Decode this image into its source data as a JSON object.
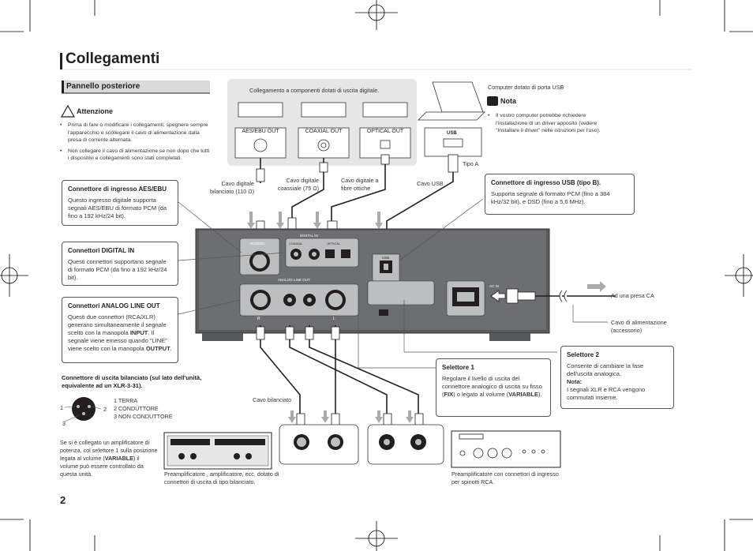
{
  "page": {
    "title": "Collegamenti",
    "page_number": "2"
  },
  "section": {
    "title": "Pannello posteriore"
  },
  "caution": {
    "title": "Attenzione",
    "bullets": [
      "Prima di fare o modificare i collegamenti, spegnere sempre l'apparecchio e scollegare il cavo di alimentazione dalla presa di corrente alternata.",
      "Non collegare il cavo di alimentazione se non dopo che tutti i dispositivi e collegamenti sono stati completati."
    ]
  },
  "digital_sources": {
    "caption": "Collegamento a componenti dotati di uscita digitale.",
    "outputs": [
      "AES/EBU OUT",
      "COAXIAL OUT",
      "OPTICAL OUT"
    ]
  },
  "computer": {
    "caption": "Computer dotato di porta USB",
    "port_label": "USB",
    "cable_type": "Tipo A"
  },
  "note": {
    "title": "Nota",
    "bullets": [
      "Il vostro computer potrebbe richiedere l'installazione di un driver apposito (vedere \"Installare il driver\" nelle istruzioni per l'uso)."
    ]
  },
  "cables": {
    "balanced_label": "Cavo digitale bilanciato (110 Ω)",
    "coaxial_label": "Cavo digitale coassiale (75 Ω)",
    "optical_label": "Cavo digitale a fibre ottiche",
    "usb_label": "Cavo USB",
    "balanced_analog": "Cavo bilanciato",
    "power_outlet": "Ad una presa CA",
    "power_cable": "Cavo di alimentazione (accessorio)"
  },
  "callouts": {
    "aes": {
      "title": "Connettore di ingresso AES/EBU",
      "text": "Questo ingresso digitale supporta segnali AES/EBU di formato PCM (da fino a 192 kHz/24 bit)."
    },
    "digital_in": {
      "title": "Connettori DIGITAL IN",
      "text": "Questi connettori supportano segnale di formato PCM (da fino a 192 kHz/24 bit)."
    },
    "analog_out": {
      "title": "Connettori ANALOG LINE OUT",
      "text_1": "Questi due connettori (RCA/XLR) generano simultaneamente il segnale scelto con la manopola ",
      "text_bold_1": "INPUT",
      "text_2": ". Il segnale viene emesso quando \"LINE\" viene scelto con la manopola ",
      "text_bold_2": "OUTPUT",
      "text_3": "."
    },
    "usb": {
      "title": "Connettore di ingresso USB (tipo B).",
      "text": "Supporta segnale di formato PCM (fino a 384 kHz/32 bit), e DSD (fino a 5,6 MHz)."
    },
    "selector2": {
      "title": "Selettore 2",
      "text": "Consente di cambiare la fase dell'uscita analogica.",
      "note_title": "Nota:",
      "note_text": "I segnali XLR e RCA vengono commutati insieme."
    },
    "selector1": {
      "title": "Selettore 1",
      "text_1": "Regolare il livello di uscita del connettore analogico di uscita su fisso (",
      "bold_1": "FIX",
      "text_2": ") o legato al volume (",
      "bold_2": "VARIABLE",
      "text_3": ")."
    }
  },
  "xlr_info": {
    "title": "Connettore di uscita bilanciato (sul lato dell'unità, equivalente ad un XLR-3-31).",
    "pins": [
      "1 TERRA",
      "2 CONDUTTORE",
      "3 NON CONDUTTORE"
    ],
    "pin_numbers": [
      "1",
      "2",
      "3"
    ]
  },
  "amp_note": {
    "text_1": "Se si è collegato un amplificatore di potenza, col selettore 1 sulla posizione legata al volume (",
    "bold": "VARIABLE",
    "text_2": ") il volume può essere controllato da questa unità."
  },
  "bottom_captions": {
    "preamp_xlr": "Preamplificatore , amplificatore, ecc. dotato di connettori di uscita di tipo bilanciato.",
    "preamp_rca": "Preamplificatore con connettori di ingresso per spinotti RCA."
  },
  "panel_labels": {
    "aes": "AES/EBU",
    "digital_in": "DIGITAL IN",
    "coaxial": "COAXIAL",
    "optical": "OPTICAL",
    "usb": "USB",
    "analog_out": "ANALOG LINE OUT",
    "ac_in": "AC IN",
    "r": "R",
    "l": "L"
  },
  "colors": {
    "accent": "#231f20",
    "panel": "#58595b",
    "callout_border": "#555555"
  }
}
